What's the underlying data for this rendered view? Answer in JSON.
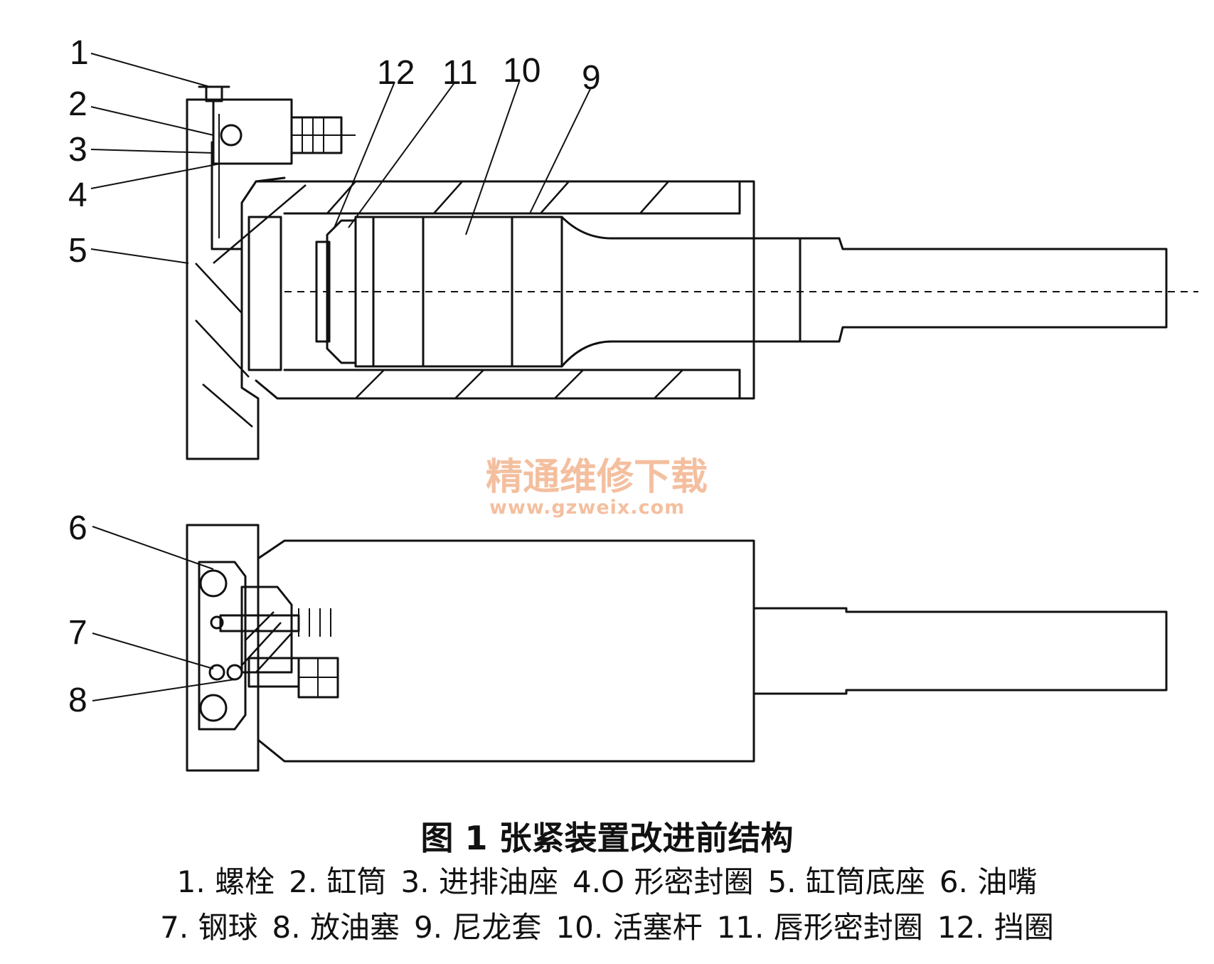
{
  "caption": {
    "title": "图 1   张紧装置改进前结构"
  },
  "legend": {
    "line1": [
      "1. 螺栓",
      "2. 缸筒",
      "3. 进排油座",
      "4.O 形密封圈",
      "5. 缸筒底座",
      "6. 油嘴"
    ],
    "line2": [
      "7. 钢球",
      "8. 放油塞",
      "9. 尼龙套",
      "10. 活塞杆",
      "11. 唇形密封圈",
      "12. 挡圈"
    ]
  },
  "callouts": [
    "1",
    "2",
    "3",
    "4",
    "5",
    "6",
    "7",
    "8",
    "9",
    "10",
    "11",
    "12"
  ],
  "watermark": {
    "text": "精通维修下载",
    "url": "www.gzweix.com",
    "color": "#f3b58f"
  }
}
